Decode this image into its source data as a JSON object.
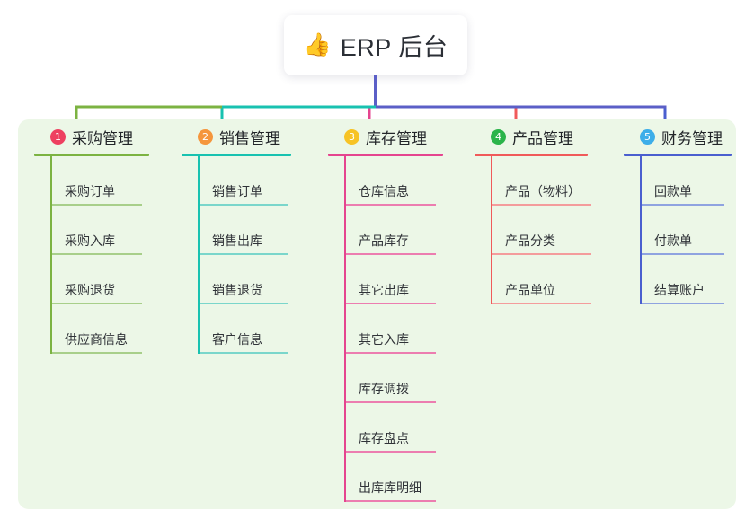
{
  "root": {
    "icon": "thumbs-up-icon",
    "emoji": "👍",
    "title": "ERP 后台"
  },
  "theme": {
    "panel_bg": "#ecf7e7",
    "card_bg": "#ffffff",
    "text": "#222529",
    "connector_trunk": "#5b5fc7"
  },
  "columns": [
    {
      "number": "1",
      "title": "采购管理",
      "badge_color": "#ee4060",
      "line_color": "#7cb342",
      "item_line_color": "#a8cf8a",
      "connector_color": "#7cb342",
      "items": [
        {
          "label": "采购订单"
        },
        {
          "label": "采购入库"
        },
        {
          "label": "采购退货"
        },
        {
          "label": "供应商信息"
        }
      ]
    },
    {
      "number": "2",
      "title": "销售管理",
      "badge_color": "#f5963c",
      "line_color": "#18c2b0",
      "item_line_color": "#7ad6cb",
      "connector_color": "#18c2b0",
      "items": [
        {
          "label": "销售订单"
        },
        {
          "label": "销售出库"
        },
        {
          "label": "销售退货"
        },
        {
          "label": "客户信息"
        }
      ]
    },
    {
      "number": "3",
      "title": "库存管理",
      "badge_color": "#f7c325",
      "line_color": "#e5458f",
      "item_line_color": "#ec7db0",
      "connector_color": "#e5458f",
      "items": [
        {
          "label": "仓库信息"
        },
        {
          "label": "产品库存"
        },
        {
          "label": "其它出库"
        },
        {
          "label": "其它入库"
        },
        {
          "label": "库存调拨"
        },
        {
          "label": "库存盘点"
        },
        {
          "label": "出库库明细"
        }
      ]
    },
    {
      "number": "4",
      "title": "产品管理",
      "badge_color": "#2bb44a",
      "line_color": "#f05a5a",
      "item_line_color": "#f49c9c",
      "connector_color": "#f05a5a",
      "items": [
        {
          "label": "产品（物料）"
        },
        {
          "label": "产品分类"
        },
        {
          "label": "产品单位"
        }
      ]
    },
    {
      "number": "5",
      "title": "财务管理",
      "badge_color": "#3daee9",
      "line_color": "#4a5fcf",
      "item_line_color": "#8fa3e0",
      "connector_color": "#4a5fcf",
      "items": [
        {
          "label": "回款单"
        },
        {
          "label": "付款单"
        },
        {
          "label": "结算账户"
        }
      ]
    }
  ]
}
